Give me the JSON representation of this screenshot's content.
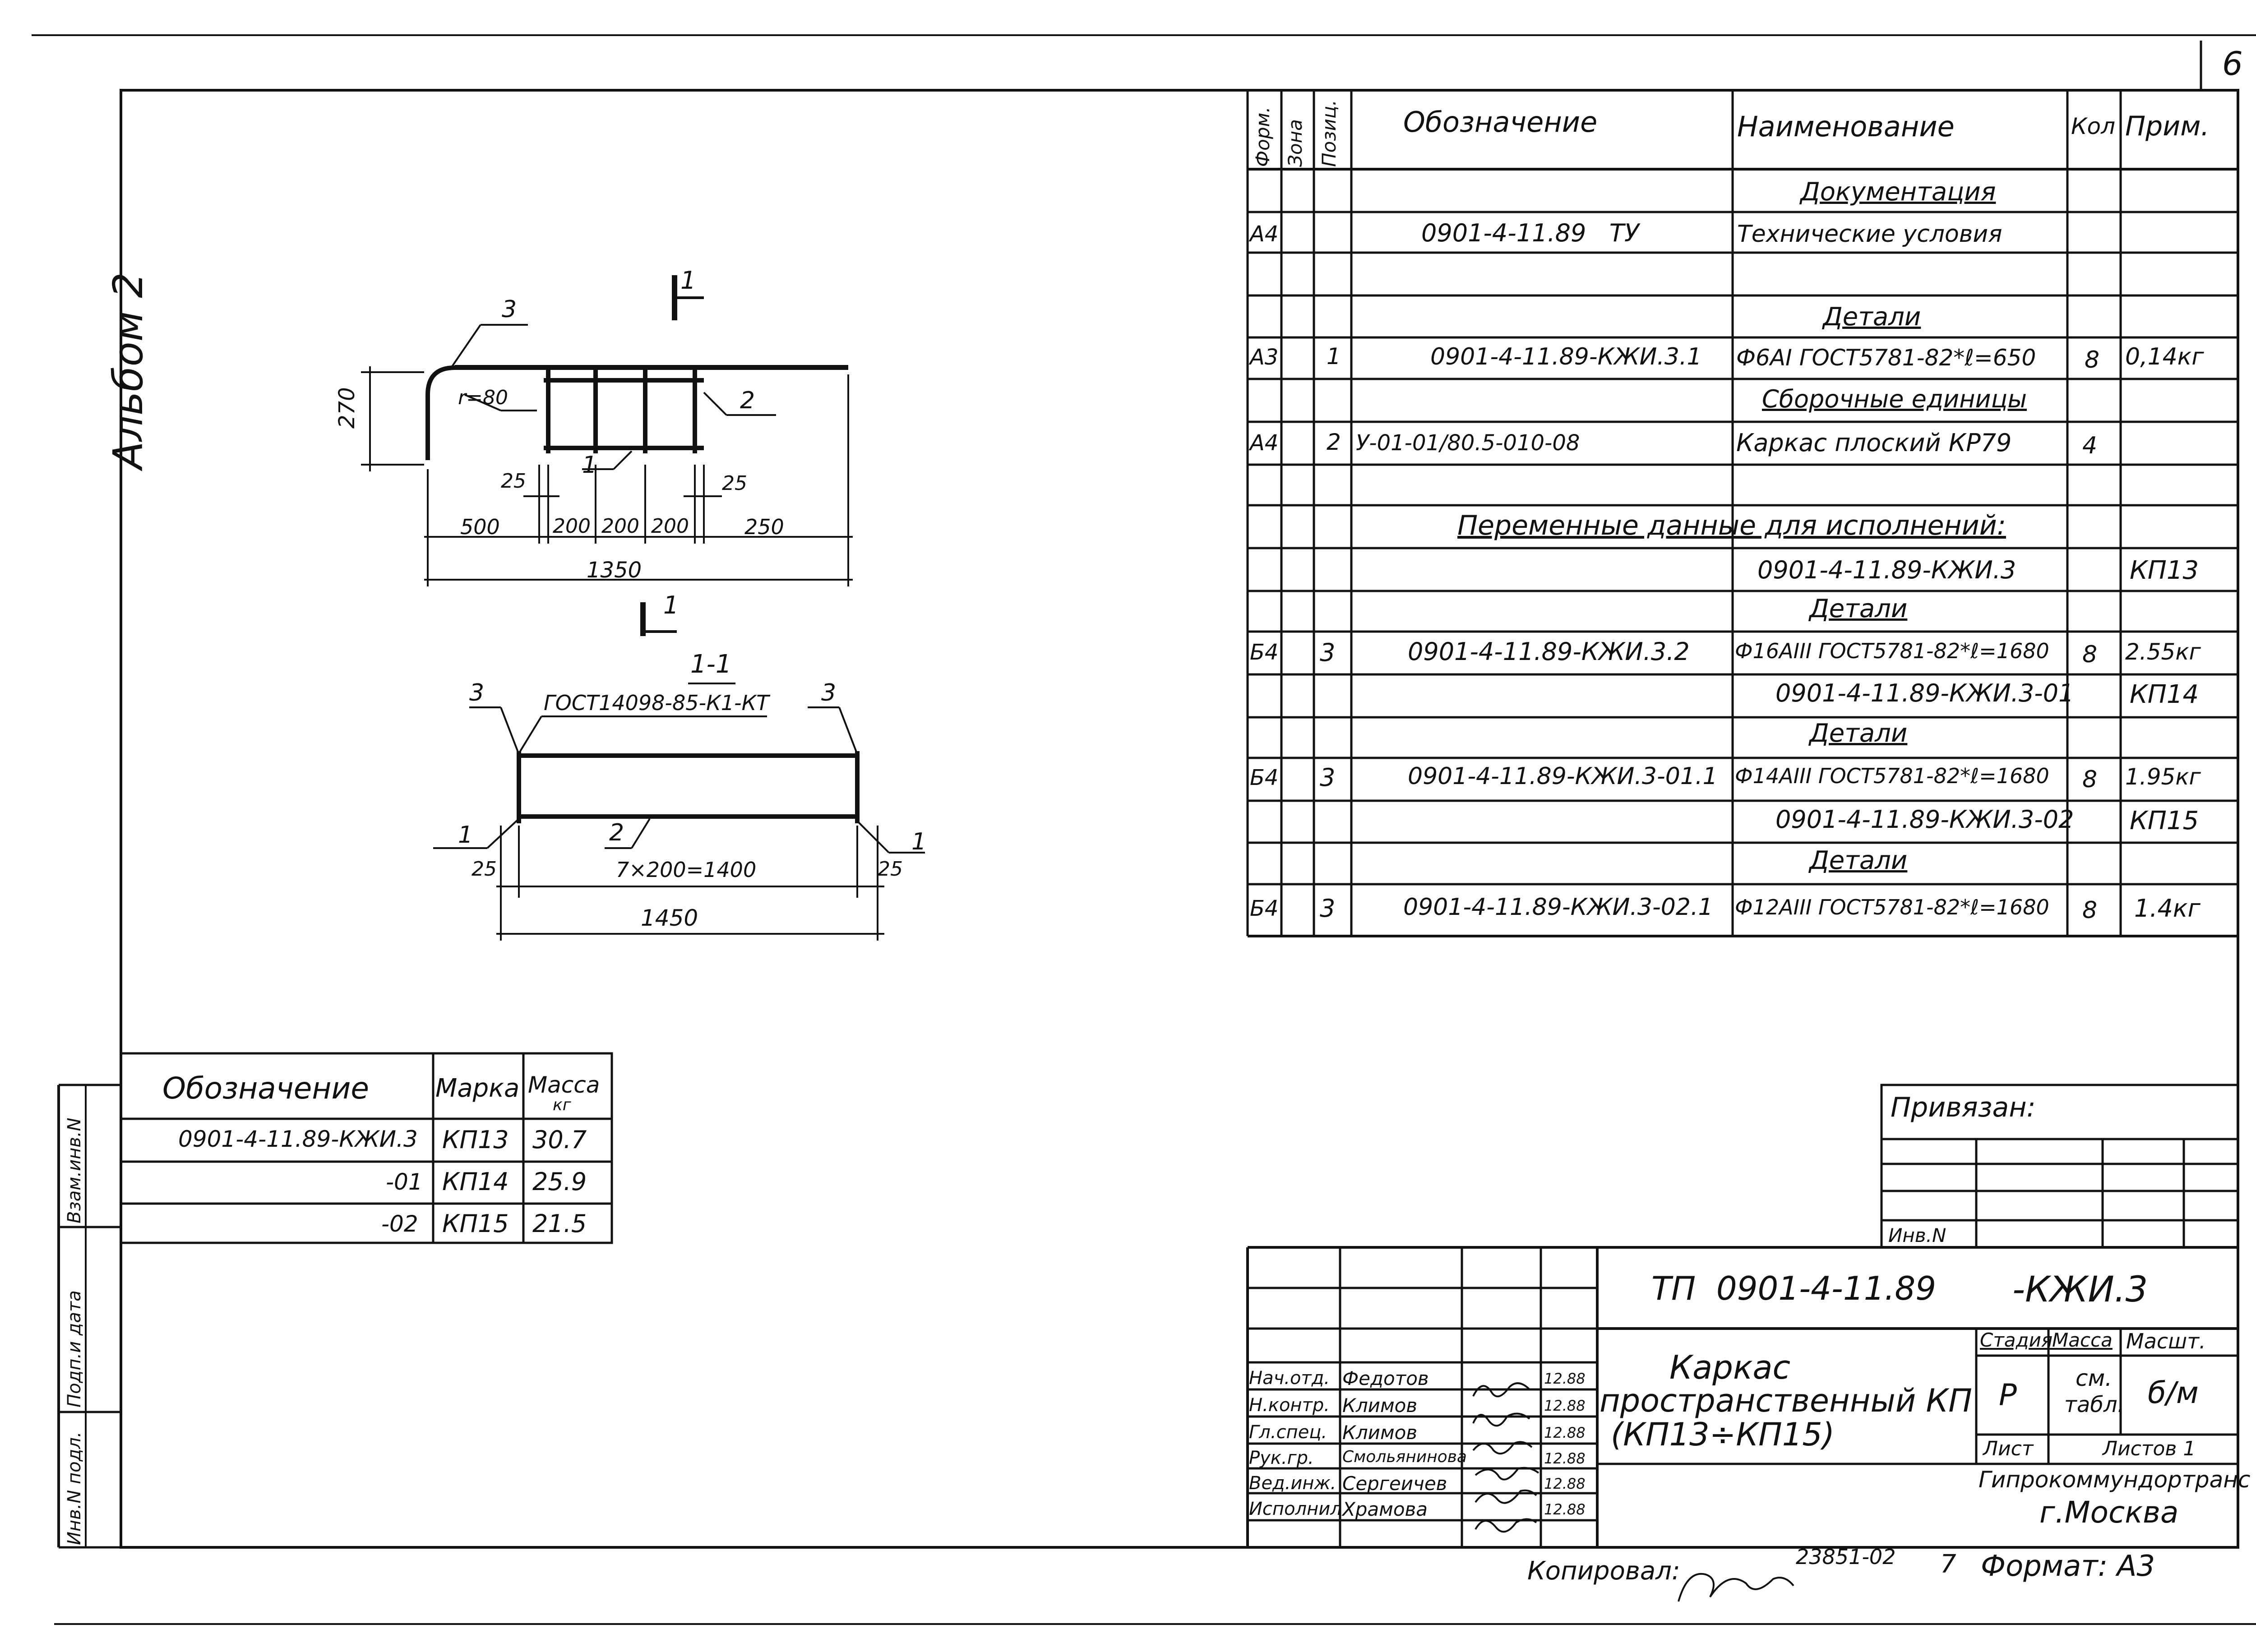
{
  "sheet_number": "6",
  "album_label": "Альбом 2",
  "side_stamp": {
    "inv_podl": "Инв.N подл.",
    "podp_data": "Подп.и дата",
    "vzam_inv": "Взам.инв.N"
  },
  "spec_table": {
    "headers": {
      "format": "Форм.",
      "zone": "Зона",
      "position": "Позиц.",
      "designation": "Обозначение",
      "name": "Наименование",
      "qty": "Кол",
      "note": "Прим."
    },
    "rows": [
      {
        "format": "",
        "pos": "",
        "designation": "",
        "name": "Документация",
        "qty": "",
        "note": "",
        "heading": true
      },
      {
        "format": "А4",
        "pos": "",
        "designation": "0901-4-11.89   ТУ",
        "name": "Технические условия",
        "qty": "",
        "note": ""
      },
      {
        "format": "",
        "pos": "",
        "designation": "",
        "name": "",
        "qty": "",
        "note": ""
      },
      {
        "format": "",
        "pos": "",
        "designation": "",
        "name": "Детали",
        "qty": "",
        "note": "",
        "heading": true
      },
      {
        "format": "А3",
        "pos": "1",
        "designation": "0901-4-11.89-КЖИ.3.1",
        "name": "Ф6АI  ГОСТ5781-82*ℓ=650",
        "qty": "8",
        "note": "0,14кг"
      },
      {
        "format": "",
        "pos": "",
        "designation": "",
        "name": "Сборочные единицы",
        "qty": "",
        "note": "",
        "heading": true
      },
      {
        "format": "А4",
        "pos": "2",
        "designation": "У-01-01/80.5-010-08",
        "name": "Каркас плоский  КР79",
        "qty": "4",
        "note": ""
      },
      {
        "format": "",
        "pos": "",
        "designation": "",
        "name": "",
        "qty": "",
        "note": ""
      },
      {
        "format": "",
        "pos": "",
        "designation": "",
        "name": "",
        "qty": "",
        "note": "",
        "wide": "Переменные данные для исполнений:"
      },
      {
        "format": "",
        "pos": "",
        "designation": "",
        "name": "0901-4-11.89-КЖИ.3",
        "qty": "",
        "note": "КП13"
      },
      {
        "format": "",
        "pos": "",
        "designation": "",
        "name": "Детали",
        "qty": "",
        "note": "",
        "heading": true
      },
      {
        "format": "Б4",
        "pos": "3",
        "designation": "0901-4-11.89-КЖИ.3.2",
        "name": "Ф16АIII ГОСТ5781-82*ℓ=1680",
        "qty": "8",
        "note": "2.55кг"
      },
      {
        "format": "",
        "pos": "",
        "designation": "",
        "name": "0901-4-11.89-КЖИ.3-01",
        "qty": "",
        "note": "КП14"
      },
      {
        "format": "",
        "pos": "",
        "designation": "",
        "name": "Детали",
        "qty": "",
        "note": "",
        "heading": true
      },
      {
        "format": "Б4",
        "pos": "3",
        "designation": "0901-4-11.89-КЖИ.3-01.1",
        "name": "Ф14АIII ГОСТ5781-82*ℓ=1680",
        "qty": "8",
        "note": "1.95кг"
      },
      {
        "format": "",
        "pos": "",
        "designation": "",
        "name": "0901-4-11.89-КЖИ.3-02",
        "qty": "",
        "note": "КП15"
      },
      {
        "format": "",
        "pos": "",
        "designation": "",
        "name": "Детали",
        "qty": "",
        "note": "",
        "heading": true
      },
      {
        "format": "Б4",
        "pos": "3",
        "designation": "0901-4-11.89-КЖИ.3-02.1",
        "name": "Ф12АIII ГОСТ5781-82*ℓ=1680",
        "qty": "8",
        "note": "1.4кг"
      }
    ]
  },
  "drawing": {
    "section_mark": "1",
    "section_title": "1-1",
    "weld_note": "ГОСТ14098-85-К1-КТ",
    "radius_note": "r=80",
    "dims": {
      "height": "270",
      "d25a": "25",
      "d25b": "25",
      "d500": "500",
      "d200a": "200",
      "d200b": "200",
      "d200c": "200",
      "d250": "250",
      "total": "1350",
      "s25a": "25",
      "s25b": "25",
      "spacing": "7×200=1400",
      "total2": "1450"
    },
    "callouts": {
      "c1": "1",
      "c2": "2",
      "c3": "3"
    }
  },
  "mass_table": {
    "headers": {
      "designation": "Обозначение",
      "mark": "Марка",
      "mass": "Масса",
      "mass_unit": "кг"
    },
    "rows": [
      {
        "designation": "0901-4-11.89-КЖИ.3",
        "mark": "КП13",
        "mass": "30.7"
      },
      {
        "designation": "-01",
        "mark": "КП14",
        "mass": "25.9"
      },
      {
        "designation": "-02",
        "mark": "КП15",
        "mass": "21.5"
      }
    ]
  },
  "privyazan": {
    "label": "Привязан:",
    "inv_label": "Инв.N"
  },
  "title_block": {
    "code": "ТП  0901-4-11.89",
    "code_suffix": "-КЖИ.3",
    "title_line1": "Каркас",
    "title_line2": "пространственный КП",
    "title_line3": "(КП13÷КП15)",
    "stage_label": "Стадия",
    "mass_label": "Масса",
    "scale_label": "Масшт.",
    "stage_value": "Р",
    "mass_value_1": "см.",
    "mass_value_2": "табл.",
    "scale_value": "б/м",
    "sheet_label": "Лист",
    "sheets_label": "Листов 1",
    "org": "Гипрокоммундортранс",
    "city": "г.Москва",
    "staff": [
      {
        "role": "Нач.отд.",
        "name": "Федотов",
        "date": "12.88"
      },
      {
        "role": "Н.контр.",
        "name": "Климов",
        "date": "12.88"
      },
      {
        "role": "Гл.спец.",
        "name": "Климов",
        "date": "12.88"
      },
      {
        "role": "Рук.гр.",
        "name": "Смольянинова",
        "date": "12.88"
      },
      {
        "role": "Вед.инж.",
        "name": "Сергеичев",
        "date": "12.88"
      },
      {
        "role": "Исполнил",
        "name": "Храмова",
        "date": "12.88"
      }
    ]
  },
  "footer": {
    "copied_label": "Копировал:",
    "order_no": "23851-02",
    "order_sheet": "7",
    "format_label": "Формат: А3"
  }
}
